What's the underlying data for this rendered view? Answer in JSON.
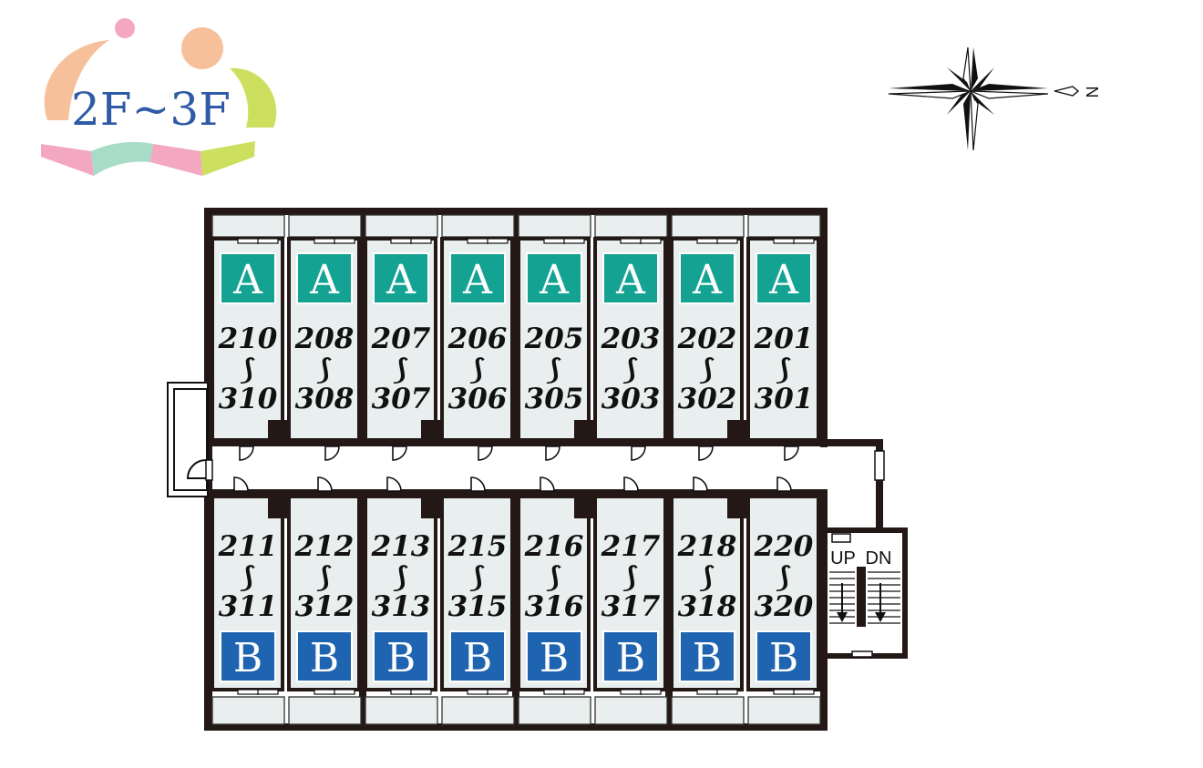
{
  "floor_label": "2F~3F",
  "compass": {
    "label": "N"
  },
  "unit_types": {
    "A": {
      "letter": "A",
      "color": "#14a393"
    },
    "B": {
      "letter": "B",
      "color": "#1f64b0"
    }
  },
  "north_row": [
    {
      "type": "A",
      "top": "210",
      "bottom": "310"
    },
    {
      "type": "A",
      "top": "208",
      "bottom": "308"
    },
    {
      "type": "A",
      "top": "207",
      "bottom": "307"
    },
    {
      "type": "A",
      "top": "206",
      "bottom": "306"
    },
    {
      "type": "A",
      "top": "205",
      "bottom": "305"
    },
    {
      "type": "A",
      "top": "203",
      "bottom": "303"
    },
    {
      "type": "A",
      "top": "202",
      "bottom": "302"
    },
    {
      "type": "A",
      "top": "201",
      "bottom": "301"
    }
  ],
  "south_row": [
    {
      "type": "B",
      "top": "211",
      "bottom": "311"
    },
    {
      "type": "B",
      "top": "212",
      "bottom": "312"
    },
    {
      "type": "B",
      "top": "213",
      "bottom": "313"
    },
    {
      "type": "B",
      "top": "215",
      "bottom": "315"
    },
    {
      "type": "B",
      "top": "216",
      "bottom": "316"
    },
    {
      "type": "B",
      "top": "217",
      "bottom": "317"
    },
    {
      "type": "B",
      "top": "218",
      "bottom": "318"
    },
    {
      "type": "B",
      "top": "220",
      "bottom": "320"
    }
  ],
  "stairs": {
    "up": "UP",
    "down": "DN"
  },
  "range_mark": "⟆",
  "colors": {
    "wall": "#231815",
    "room_fill": "#e9efee",
    "logo_peach": "#f6c09b",
    "logo_pink": "#f3a7c0",
    "logo_green": "#cddf5e",
    "logo_mint": "#a7dcc7"
  }
}
